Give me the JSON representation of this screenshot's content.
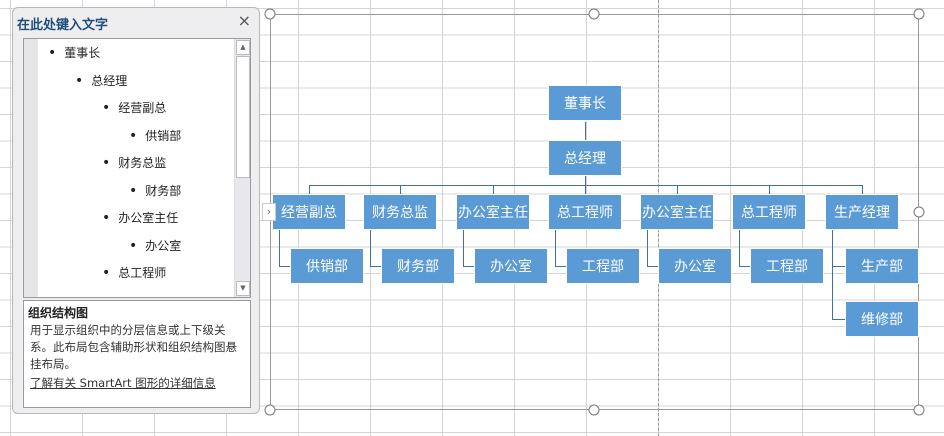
{
  "text_pane": {
    "title": "在此处键入文字",
    "close": "×",
    "items": [
      {
        "label": "董事长",
        "level": 0
      },
      {
        "label": "总经理",
        "level": 1
      },
      {
        "label": "经营副总",
        "level": 2
      },
      {
        "label": "供销部",
        "level": 3
      },
      {
        "label": "财务总监",
        "level": 2
      },
      {
        "label": "财务部",
        "level": 3
      },
      {
        "label": "办公室主任",
        "level": 2
      },
      {
        "label": "办公室",
        "level": 3
      },
      {
        "label": "总工程师",
        "level": 2
      }
    ]
  },
  "description": {
    "heading": "组织结构图",
    "body": "用于显示组织中的分层信息或上下级关系。此布局包含辅助形状和组织结构图悬挂布局。",
    "link": "了解有关 SmartArt 图形的详细信息"
  },
  "chart": {
    "top": "董事长",
    "second": "总经理",
    "managers": [
      "经营副总",
      "财务总监",
      "办公室主任",
      "总工程师",
      "办公室主任",
      "总工程师",
      "生产经理"
    ],
    "departments": [
      [
        "供销部"
      ],
      [
        "财务部"
      ],
      [
        "办公室"
      ],
      [
        "工程部"
      ],
      [
        "办公室"
      ],
      [
        "工程部"
      ],
      [
        "生产部",
        "维修部"
      ]
    ],
    "box_color": "#5b9bd5"
  }
}
